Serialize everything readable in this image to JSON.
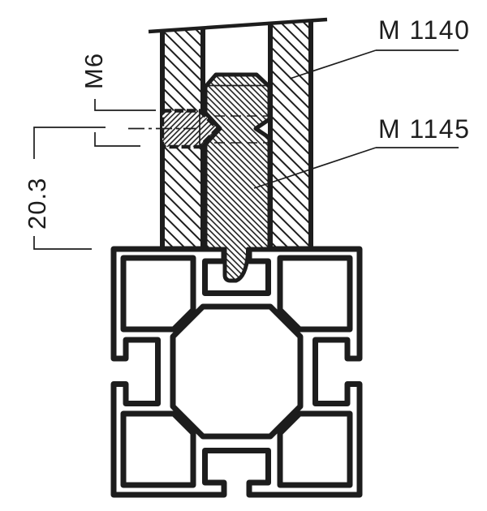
{
  "drawing": {
    "background_color": "#ffffff",
    "line_color": "#1d1d1d",
    "parts": {
      "top_profile_label": "M 1140",
      "connector_label": "M 1145"
    },
    "dimensions": {
      "screw_thread": "M6",
      "axis_depth": "20.3"
    }
  }
}
